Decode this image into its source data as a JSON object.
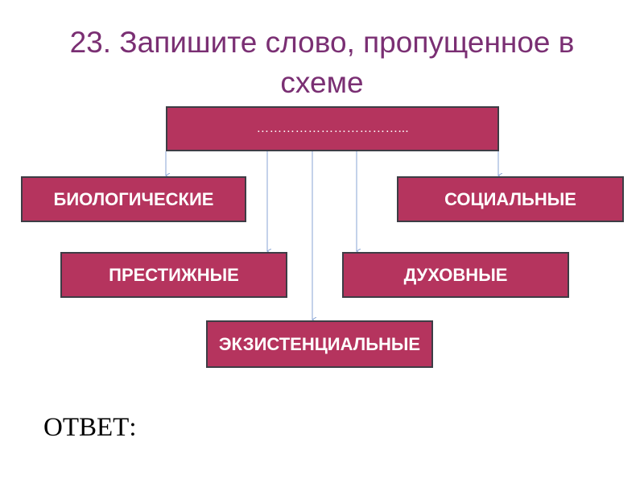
{
  "title": "23. Запишите слово, пропущенное в схеме",
  "diagram": {
    "root": "……………………………...",
    "children": {
      "biological": "БИОЛОГИЧЕСКИЕ",
      "social": "СОЦИАЛЬНЫЕ",
      "prestige": "ПРЕСТИЖНЫЕ",
      "spiritual": "ДУХОВНЫЕ",
      "existential": "ЭКЗИСТЕНЦИАЛЬНЫЕ"
    }
  },
  "answer_label": "ОТВЕТ:",
  "colors": {
    "title": "#7a2f73",
    "box_fill": "#b5345e",
    "box_border": "#3d3d45",
    "arrow": "#8aa6d6"
  }
}
